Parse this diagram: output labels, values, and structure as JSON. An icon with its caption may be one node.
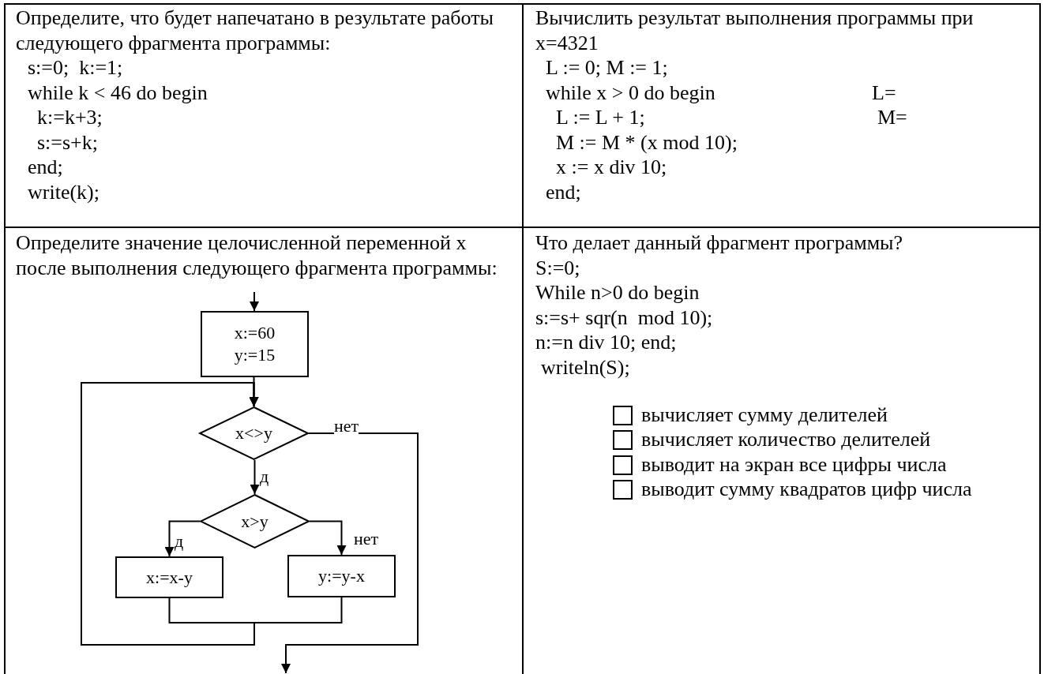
{
  "diagram": {
    "nodes": [
      {
        "text": [
          "x:=60 y:=15"
        ]
      },
      {
        "text": [
          "x<>y"
        ]
      },
      {
        "text": [
          "x>y"
        ]
      },
      {
        "text": [
          "x:=x-y"
        ]
      },
      {
        "text": [
          "y:=y-x"
        ]
      }
    ],
    "edges": [
      {
        "from": null,
        "to": 0,
        "arrow": "to"
      },
      {
        "from": 0,
        "to": 1,
        "arrow": "to"
      },
      {
        "from": 1,
        "to": 2,
        "arrow": "to",
        "label": "д"
      },
      {
        "from": 2,
        "to": 3,
        "arrow": "to",
        "label": "д"
      },
      {
        "from": 2,
        "to": 4,
        "arrow": "to",
        "label": "нет"
      },
      {
        "from": 3,
        "to": 1,
        "arrow": "to"
      },
      {
        "from": 4,
        "to": 1,
        "arrow": "to"
      },
      {
        "from": 1,
        "to": null,
        "arrow": "to",
        "label": "нет"
      }
    ],
    "labels": [
      "Определите, что будет напечатано в результате работы следующего фрагмента программы:",
      "s:=0;  k:=1;",
      "while k < 46 do begin",
      "k:=k+3;",
      "s:=s+k;",
      "end;",
      "write(k);",
      "Вычислить результат выполнения программы при x=4321",
      "L := 0; M := 1;",
      "while x > 0 do begin",
      "L=",
      "L := L + 1;",
      "M=",
      "M := M * (x mod 10);",
      "x := x div 10;",
      "end;",
      "Определите значение целочисленной переменной x после выполнения следующего фрагмента программы:",
      "Что делает данный фрагмент программы?",
      "S:=0;",
      "While n>0 do begin",
      "s:=s+ sqr(n  mod 10);",
      "n:=n div 10; end;",
      "writeln(S);",
      "вычисляет сумму делителей",
      "вычисляет количество делителей",
      "выводит на экран все цифры числа",
      "выводит сумму квадратов цифр числа"
    ]
  }
}
